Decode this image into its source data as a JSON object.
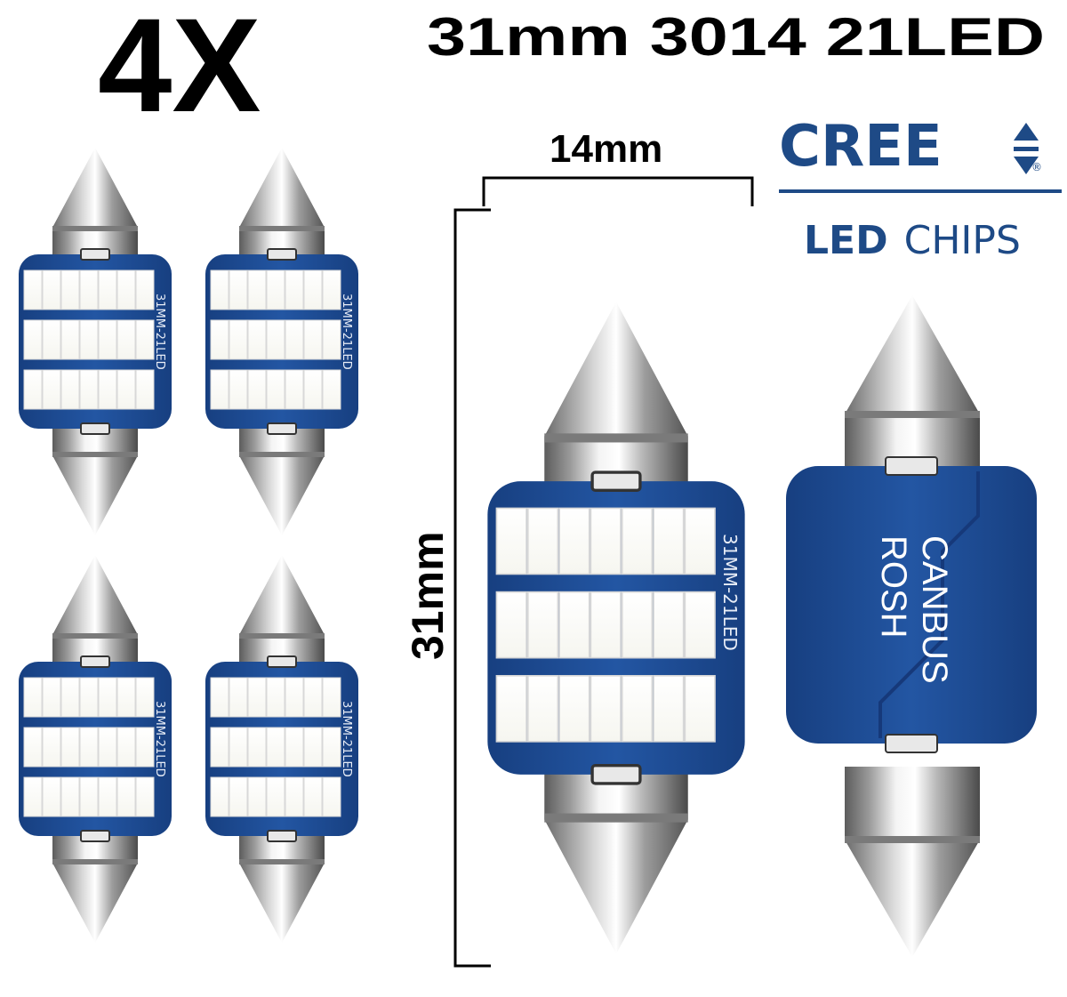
{
  "quantity": "4X",
  "headline": "31mm 3014 21LED",
  "width_label": "14mm",
  "length_label": "31mm",
  "brand": {
    "name": "CREE",
    "mark": "®",
    "tagline_bold": "LED",
    "tagline_rest": "CHIPS"
  },
  "board_label": "31MM-21LED",
  "back_label": {
    "line1": "CANBUS",
    "line2": "ROSH"
  },
  "colors": {
    "pcb": "#1f4d96",
    "pcb_dark": "#143a78",
    "led": "#ffffff",
    "led_gap": "#f3f3f3",
    "brand": "#1e4a86",
    "text": "#000000"
  }
}
